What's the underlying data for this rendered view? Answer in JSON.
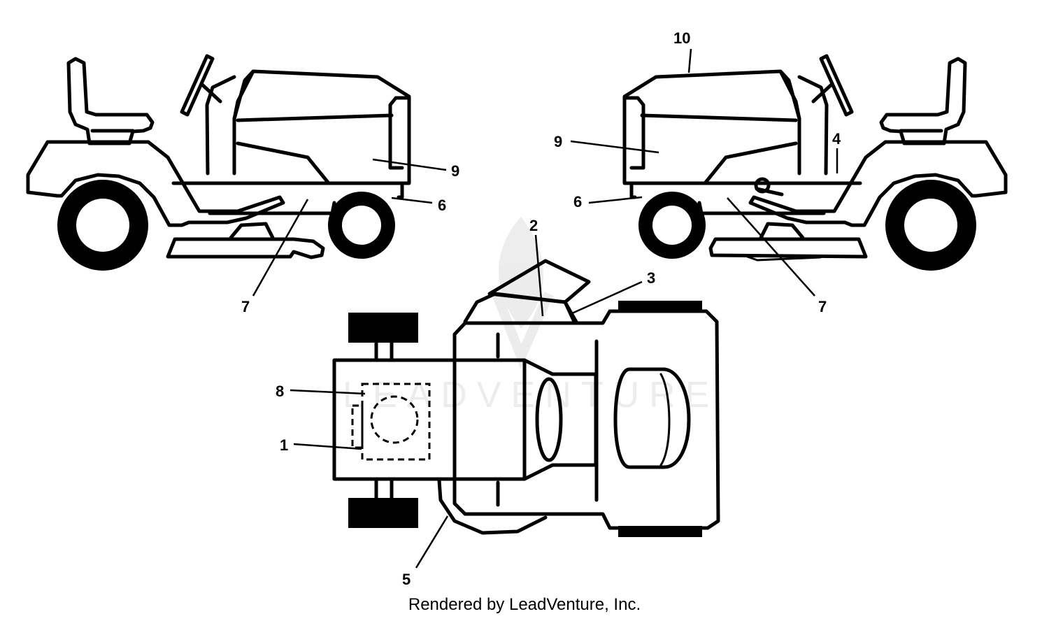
{
  "callouts": {
    "c1": "1",
    "c2": "2",
    "c3": "3",
    "c4": "4",
    "c5": "5",
    "c6_left": "6",
    "c6_right": "6",
    "c7_left": "7",
    "c7_right": "7",
    "c8": "8",
    "c9_left": "9",
    "c9_right": "9",
    "c10": "10"
  },
  "watermark": "LEADVENTURE",
  "credit": "Rendered by LeadVenture, Inc."
}
